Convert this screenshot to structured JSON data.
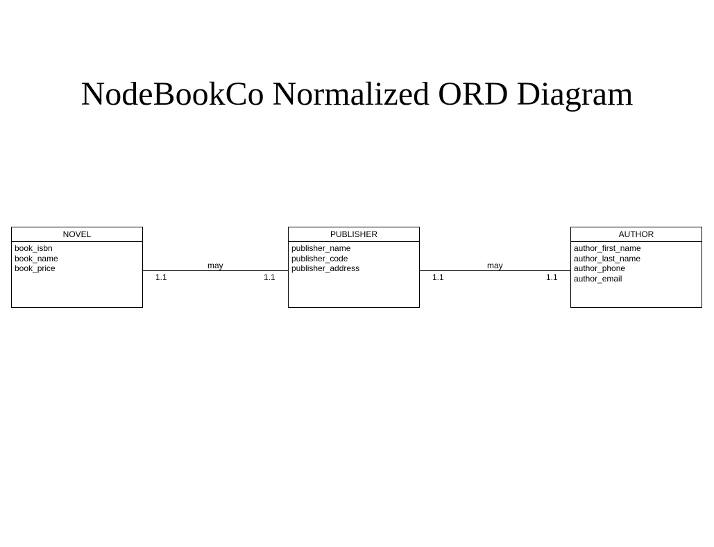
{
  "title": "NodeBookCo Normalized ORD Diagram",
  "entities": [
    {
      "name": "NOVEL",
      "attributes": [
        "book_isbn",
        "book_name",
        "book_price"
      ]
    },
    {
      "name": "PUBLISHER",
      "attributes": [
        "publisher_name",
        "publisher_code",
        "publisher_address"
      ]
    },
    {
      "name": "AUTHOR",
      "attributes": [
        "author_first_name",
        "author_last_name",
        "author_phone",
        "author_email"
      ]
    }
  ],
  "relationships": [
    {
      "from": "NOVEL",
      "to": "PUBLISHER",
      "label": "may",
      "from_cardinality": "1.1",
      "to_cardinality": "1.1"
    },
    {
      "from": "PUBLISHER",
      "to": "AUTHOR",
      "label": "may",
      "from_cardinality": "1.1",
      "to_cardinality": "1.1"
    }
  ]
}
